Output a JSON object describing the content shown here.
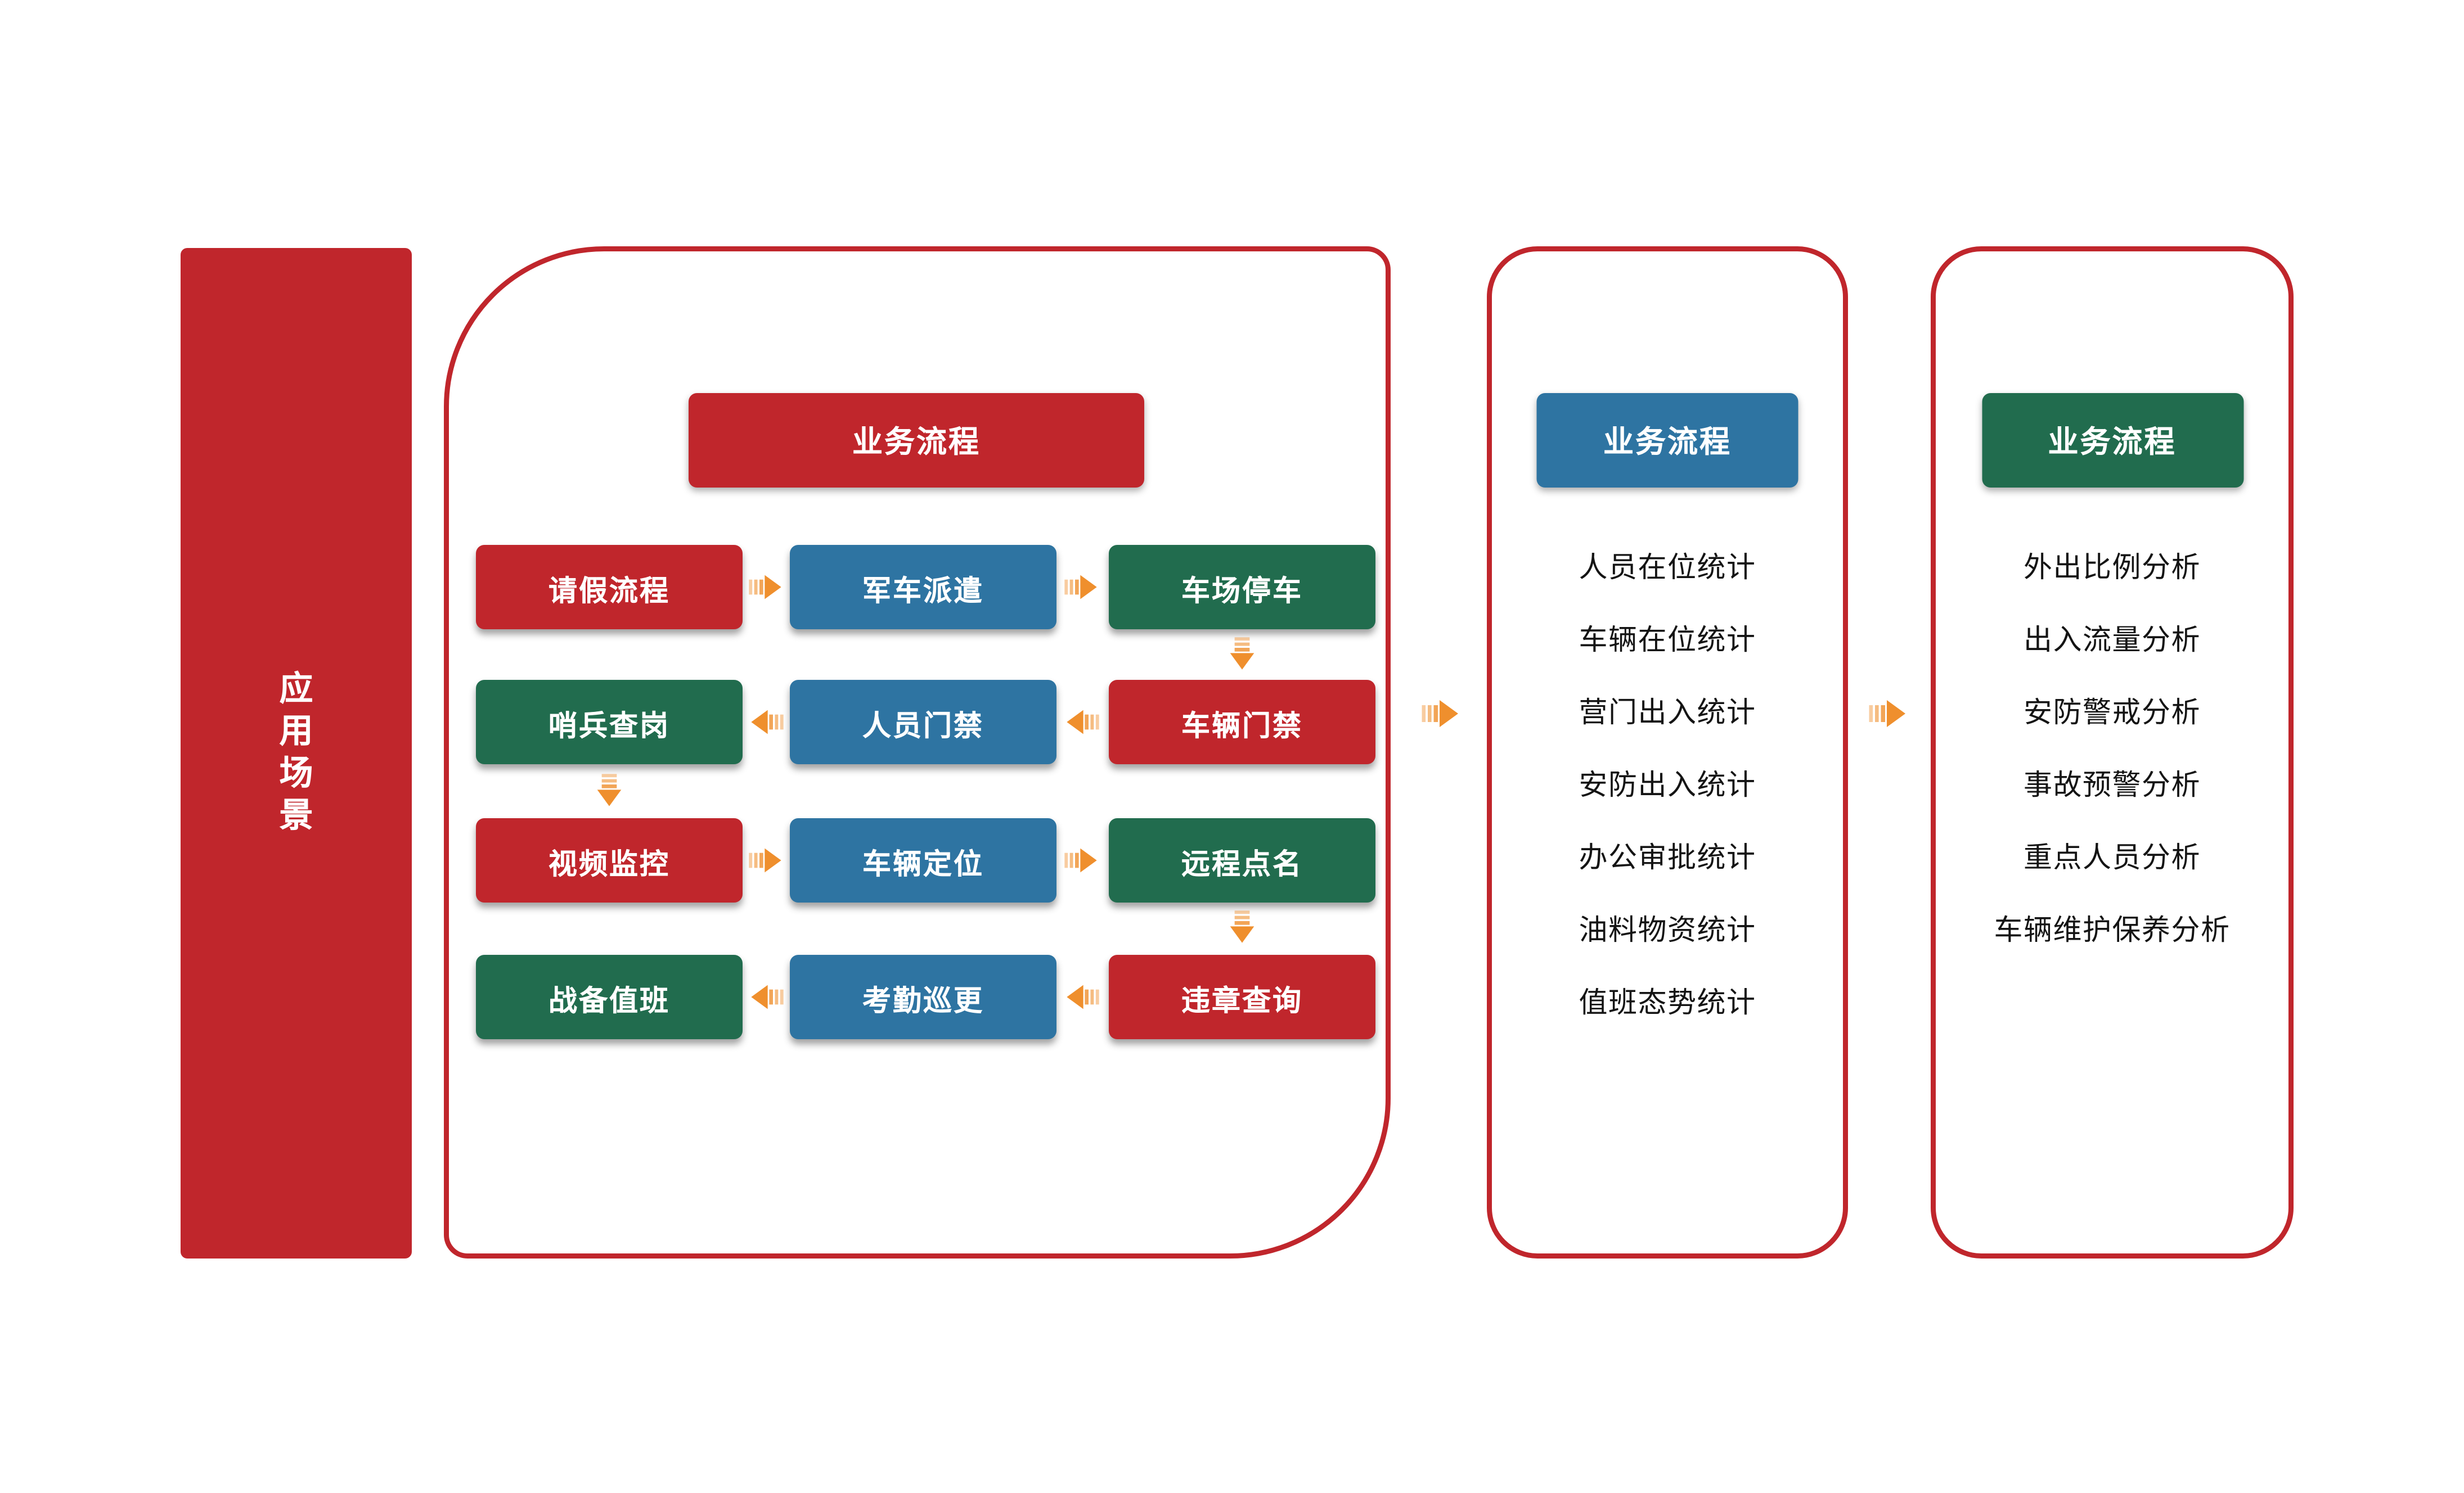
{
  "colors": {
    "red": "#C0262C",
    "blue": "#2E74A2",
    "green": "#216C4E",
    "orange_arrow": "#EF8F2D",
    "panel_border": "#C0262C"
  },
  "sidebar": {
    "label": "应用场景",
    "chars": [
      "应",
      "用",
      "场",
      "景"
    ],
    "color": "red"
  },
  "main_panel": {
    "header": {
      "label": "业务流程",
      "color": "red"
    },
    "rows": [
      {
        "flow": "right",
        "cells": [
          {
            "label": "请假流程",
            "color": "red"
          },
          {
            "label": "军车派遣",
            "color": "blue"
          },
          {
            "label": "车场停车",
            "color": "green"
          }
        ]
      },
      {
        "flow": "left",
        "cells": [
          {
            "label": "哨兵查岗",
            "color": "green"
          },
          {
            "label": "人员门禁",
            "color": "blue"
          },
          {
            "label": "车辆门禁",
            "color": "red"
          }
        ]
      },
      {
        "flow": "right",
        "cells": [
          {
            "label": "视频监控",
            "color": "red"
          },
          {
            "label": "车辆定位",
            "color": "blue"
          },
          {
            "label": "远程点名",
            "color": "green"
          }
        ]
      },
      {
        "flow": "left",
        "cells": [
          {
            "label": "战备值班",
            "color": "green"
          },
          {
            "label": "考勤巡更",
            "color": "blue"
          },
          {
            "label": "违章查询",
            "color": "red"
          }
        ]
      }
    ]
  },
  "stats_panel": {
    "header": {
      "label": "业务流程",
      "color": "blue"
    },
    "items": [
      "人员在位统计",
      "车辆在位统计",
      "营门出入统计",
      "安防出入统计",
      "办公审批统计",
      "油料物资统计",
      "值班态势统计"
    ]
  },
  "analysis_panel": {
    "header": {
      "label": "业务流程",
      "color": "green"
    },
    "items": [
      "外出比例分析",
      "出入流量分析",
      "安防警戒分析",
      "事故预警分析",
      "重点人员分析",
      "车辆维护保养分析"
    ]
  },
  "icons": {
    "flow_arrow": "striped-orange-arrow"
  }
}
